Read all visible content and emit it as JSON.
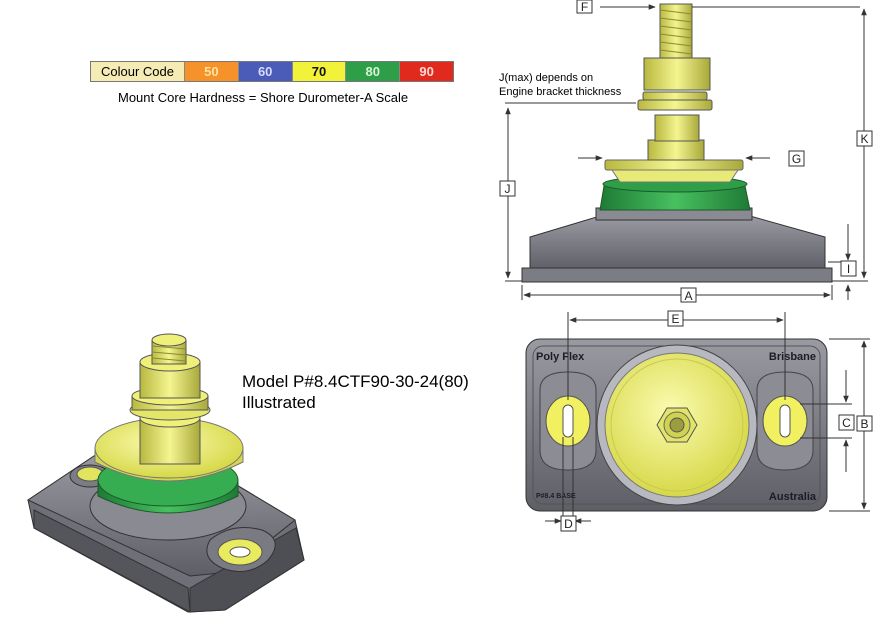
{
  "legend": {
    "label": "Colour Code",
    "label_bg": "#F5EBB5",
    "items": [
      {
        "value": "50",
        "color": "#F5922A",
        "text_color": "#FFE2A0"
      },
      {
        "value": "60",
        "color": "#4A5BB8",
        "text_color": "#D6DCFF"
      },
      {
        "value": "70",
        "color": "#F2F23A",
        "text_color": "#111111"
      },
      {
        "value": "80",
        "color": "#2E9E48",
        "text_color": "#D5F5D5"
      },
      {
        "value": "90",
        "color": "#E02A1E",
        "text_color": "#FFD9D4"
      }
    ],
    "caption": "Mount Core Hardness = Shore Durometer-A Scale"
  },
  "model": {
    "line1": "Model P#8.4CTF90-30-24(80)",
    "line2": "Illustrated"
  },
  "note": {
    "line1": "J(max) depends on",
    "line2": "Engine bracket thickness"
  },
  "dims": {
    "A": "A",
    "B": "B",
    "C": "C",
    "D": "D",
    "E": "E",
    "F": "F",
    "G": "G",
    "I": "I",
    "J": "J",
    "K": "K"
  },
  "plate": {
    "brand": "Poly Flex",
    "city": "Brisbane",
    "country": "Australia",
    "part": "P#8.4 BASE"
  },
  "colors": {
    "base": "#76767E",
    "core": "#2E9E48",
    "metal": "#E6E870",
    "outline": "#333333"
  }
}
